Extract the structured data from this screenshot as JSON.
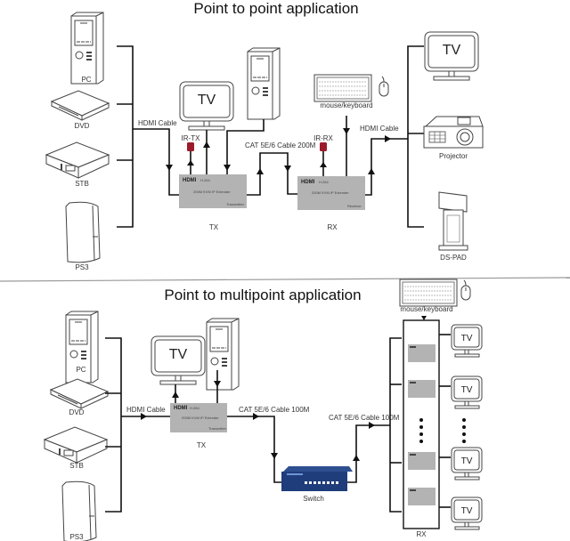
{
  "sections": {
    "p2p": {
      "title": "Point to point application",
      "sources": [
        "PC",
        "DVD",
        "STB",
        "PS3"
      ],
      "hdmi_in_label": "HDMI Cable",
      "tx_label": "TX",
      "rx_label": "RX",
      "ir_tx_label": "IR-TX",
      "ir_rx_label": "IR-RX",
      "cat_label": "CAT 5E/6 Cable 200M",
      "hdmi_out_label": "HDMI Cable",
      "mouse_keyboard_label": "mouse/keyboard",
      "tv_text": "TV",
      "outputs": [
        "TV",
        "Projector",
        "DS-PAD"
      ],
      "tx_box": {
        "logo": "HDMI",
        "codec": "H.264",
        "model": "200M KVM IP Extender",
        "role": "Transmitter"
      },
      "rx_box": {
        "logo": "HDMI",
        "codec": "H.264",
        "model": "200M KVM IP Extender",
        "role": "Receiver"
      }
    },
    "p2mp": {
      "title": "Point to multipoint  application",
      "sources": [
        "PC",
        "DVD",
        "STB",
        "PS3"
      ],
      "hdmi_in_label": "HDMI Cable",
      "tx_label": "TX",
      "rx_label": "RX",
      "cat_label_1": "CAT 5E/6 Cable 100M",
      "cat_label_2": "CAT 5E/6 Cable 100M",
      "switch_label": "Switch",
      "mouse_keyboard_label": "mouse/keyboard",
      "tv_text": "TV",
      "tx_box": {
        "logo": "HDMI",
        "codec": "H.264",
        "model": "200M KVM IP Extender",
        "role": "Transmitter"
      },
      "receiver_count_shown": 4,
      "tv_count_shown": 4
    }
  },
  "colors": {
    "extender_gray": "#b3b3b3",
    "ir_red": "#9b1b2a",
    "switch_blue": "#1f3d7a",
    "line": "#111111"
  }
}
